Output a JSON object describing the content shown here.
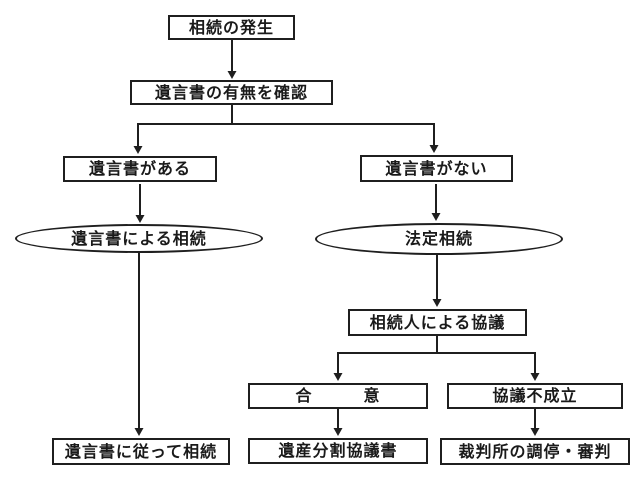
{
  "diagram": {
    "background_color": "#ffffff",
    "line_color": "#1f1f1f",
    "node_fill_color": "#ffffff",
    "nodes": {
      "start": {
        "label": "相続の発生",
        "shape": "box"
      },
      "check_will": {
        "label": "遺言書の有無を確認",
        "shape": "box"
      },
      "will_exists": {
        "label": "遺言書がある",
        "shape": "box"
      },
      "will_none": {
        "label": "遺言書がない",
        "shape": "box"
      },
      "inherit_by_will": {
        "label": "遺言書による相続",
        "shape": "ellipse"
      },
      "statutory_inheritance": {
        "label": "法定相続",
        "shape": "ellipse"
      },
      "heirs_conference": {
        "label": "相続人による協議",
        "shape": "box"
      },
      "agreement": {
        "label": "合　　　意",
        "shape": "box"
      },
      "conference_failed": {
        "label": "協議不成立",
        "shape": "box"
      },
      "inherit_follow_will": {
        "label": "遺言書に従って相続",
        "shape": "box"
      },
      "division_agreement_doc": {
        "label": "遺産分割協議書",
        "shape": "box"
      },
      "court_mediation": {
        "label": "裁判所の調停・審判",
        "shape": "box"
      }
    },
    "edges": [
      {
        "from": "start",
        "to": "check_will"
      },
      {
        "from": "check_will",
        "to": "will_exists"
      },
      {
        "from": "check_will",
        "to": "will_none"
      },
      {
        "from": "will_exists",
        "to": "inherit_by_will"
      },
      {
        "from": "will_none",
        "to": "statutory_inheritance"
      },
      {
        "from": "inherit_by_will",
        "to": "inherit_follow_will"
      },
      {
        "from": "statutory_inheritance",
        "to": "heirs_conference"
      },
      {
        "from": "heirs_conference",
        "to": "agreement"
      },
      {
        "from": "heirs_conference",
        "to": "conference_failed"
      },
      {
        "from": "agreement",
        "to": "division_agreement_doc"
      },
      {
        "from": "conference_failed",
        "to": "court_mediation"
      }
    ]
  }
}
